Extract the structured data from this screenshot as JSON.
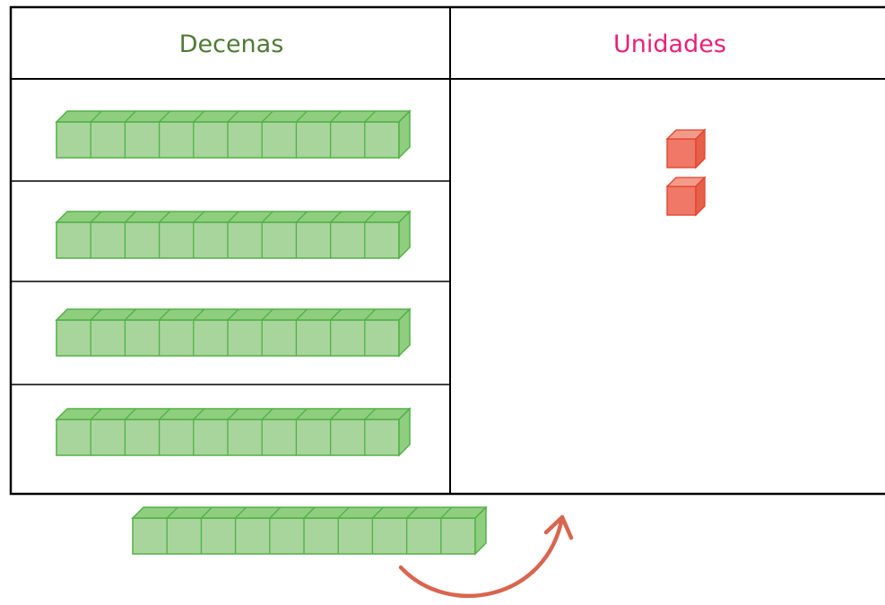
{
  "table": {
    "headers": [
      {
        "label": "Decenas",
        "color": "#4f7a35"
      },
      {
        "label": "Unidades",
        "color": "#e8207a"
      }
    ]
  },
  "tens": {
    "rods_in_column": 4,
    "rods_outside_table": 1,
    "cubes_per_rod": 10,
    "face_color": "#a8d59c",
    "top_color": "#8fce7f",
    "edge_color": "#52b047"
  },
  "units": {
    "cubes": 2,
    "face_color": "#ef7866",
    "top_color": "#f39b8a",
    "side_color": "#e5604b",
    "edge_color": "#e3412b"
  },
  "arrow": {
    "color": "#d9654f",
    "meaning": "move one ten rod from Decenas to Unidades"
  }
}
